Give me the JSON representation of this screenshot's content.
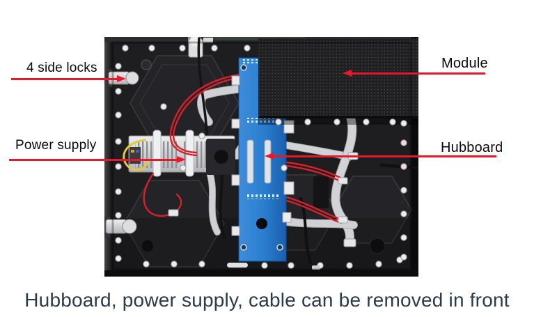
{
  "annotations": {
    "side_locks": {
      "label": "4 side locks"
    },
    "power_supply": {
      "label": "Power supply"
    },
    "module": {
      "label": "Module"
    },
    "hubboard": {
      "label": "Hubboard"
    }
  },
  "caption": {
    "text": "Hubboard, power supply, cable can be removed in front"
  },
  "colors": {
    "background": "#ffffff",
    "arrow_red": "#e4192b",
    "label_text": "#0a0a0a",
    "caption_text": "#2b3b4d",
    "hubboard_blue": "#2b7fd0",
    "module_black": "#202023",
    "cabinet_black": "#1e1e21",
    "power_supply_silver": "#d3d4d6"
  }
}
